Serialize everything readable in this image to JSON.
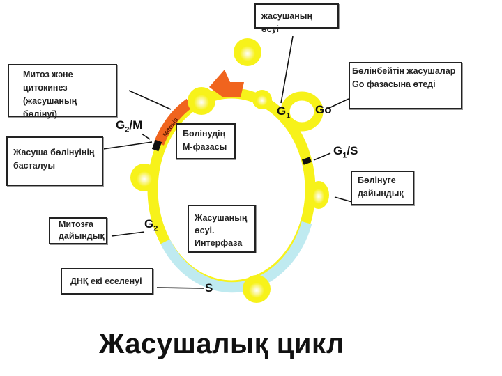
{
  "title": "Жасушалық цикл",
  "boxes": {
    "growth_top": "жасушаның өсуі",
    "mitosis_cytokinesis": [
      "Митоз және",
      "цитокинез",
      "(жасушаның бөлінуі)"
    ],
    "non_dividing": [
      "Бөлінбейтін жасушалар",
      "Go фазасына өтеді"
    ],
    "m_phase": [
      "Бөлінудің",
      "М-фазасы"
    ],
    "division_start": [
      "Жасуша бөлінуінің",
      "басталуы"
    ],
    "prep_division": [
      "Бөлінуге",
      "дайындық"
    ],
    "prep_mitosis": [
      "Митозға",
      "дайындық"
    ],
    "interphase": [
      "Жасушаның",
      "өсуі.",
      "Интерфаза"
    ],
    "dna_replication": "ДНҚ екі еселенуі"
  },
  "phases": {
    "g2m": {
      "main": "G",
      "sub": "2",
      "rest": "/M"
    },
    "g1": {
      "main": "G",
      "sub": "1"
    },
    "g0": "Go",
    "g1s": {
      "main": "G",
      "sub": "1",
      "rest": "/S"
    },
    "g2": {
      "main": "G",
      "sub": "2"
    },
    "s": "S",
    "mitosis": "Mitosis"
  },
  "colors": {
    "yellow": "#f7f21a",
    "blue": "#bfeaf0",
    "orange": "#f0641e"
  }
}
